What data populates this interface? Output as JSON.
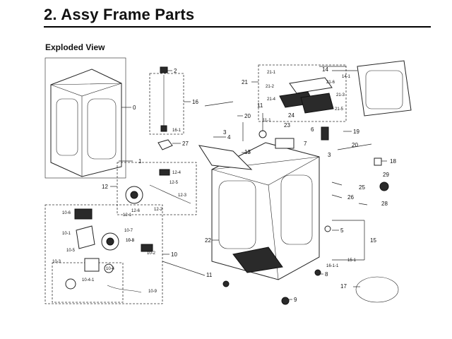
{
  "header": {
    "title": "2.  Assy Frame Parts",
    "subtitle": "Exploded View"
  },
  "labels": {
    "l0": "0",
    "l1": "1",
    "l2": "2",
    "l3": "3",
    "l3b": "3",
    "l4": "4",
    "l5": "5",
    "l6": "6",
    "l7": "7",
    "l8": "8",
    "l9": "9",
    "l10": "10",
    "l11": "11",
    "l11b": "11",
    "l11_1": "11-1",
    "l12": "12",
    "l12_1": "12-1",
    "l12_2": "12-2",
    "l12_3": "12-3",
    "l12_4": "12-4",
    "l12_5": "12-5",
    "l12_6": "12-6",
    "l13": "13",
    "l14": "14",
    "l14_1": "14-1",
    "l15": "15",
    "l15_1": "15-1",
    "l16": "16",
    "l16_1": "16-1",
    "l16_1_1": "16-1-1",
    "l17": "17",
    "l18": "18",
    "l19": "19",
    "l20": "20",
    "l20b": "20",
    "l21": "21",
    "l21_1": "21-1",
    "l21_2": "21-2",
    "l21_3": "21-3",
    "l21_4": "21-4",
    "l21_5": "21-5",
    "l21_6": "21-6",
    "l22": "22",
    "l23": "23",
    "l24": "24",
    "l25": "25",
    "l26": "26",
    "l27": "27",
    "l28": "28",
    "l29": "29",
    "l10_1": "10-1",
    "l10_2": "10-2",
    "l10_3": "10-3",
    "l10_3b": "10-3",
    "l10_4": "10-4",
    "l10_4_1": "10-4-1",
    "l10_5": "10-5",
    "l10_6": "10-6",
    "l10_7": "10-7",
    "l10_8": "10-8",
    "l10_9": "10-9"
  }
}
